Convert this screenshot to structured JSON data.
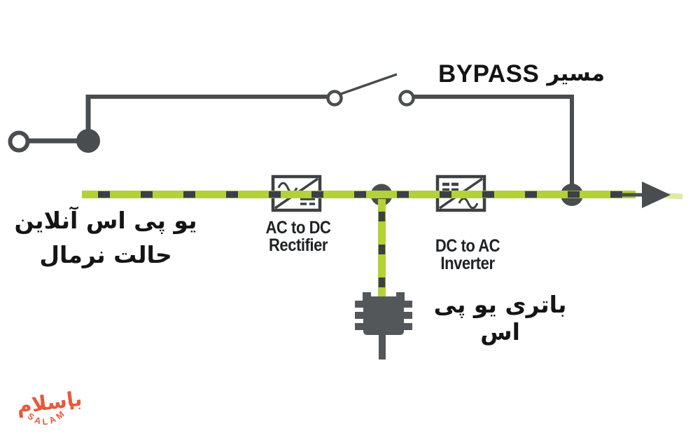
{
  "colors": {
    "line": "#4a4d50",
    "dash": "#3c4043",
    "power": "#b3d233",
    "battery": "#54575a",
    "text": "#1a1a1a",
    "brand": "#e8593c",
    "bg": "#ffffff"
  },
  "bypass": {
    "label_en": "BYPASS",
    "label_fa": "مسیر"
  },
  "blocks": {
    "rectifier": {
      "line1": "AC to DC",
      "line2": "Rectifier"
    },
    "inverter": {
      "line1": "DC to AC",
      "line2": "Inverter"
    },
    "battery": {
      "label": "باتری یو پی اس"
    }
  },
  "mode": {
    "line1": "یو پی اس آنلاین",
    "line2": "حالت نرمال"
  },
  "logo": {
    "fa": "باسلام",
    "latin": "SALAM"
  },
  "icons": {
    "input-terminal": "open-circle-terminal",
    "bypass-switch": "open-knife-switch",
    "rectifier": "ac-dc-converter-box",
    "inverter": "dc-ac-converter-box",
    "battery": "battery-block",
    "output-arrow": "right-arrow"
  }
}
